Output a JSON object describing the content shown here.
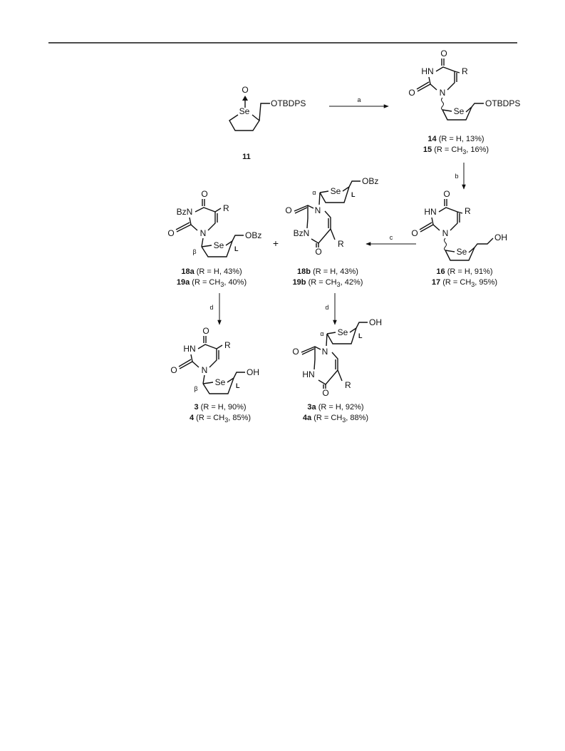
{
  "atoms": {
    "O": "O",
    "Se": "Se",
    "N": "N",
    "HN": "HN",
    "BzN": "BzN",
    "R": "R",
    "OTBDPS": "OTBDPS",
    "OH": "OH",
    "OBz": "OBz"
  },
  "stereo": {
    "alpha": "α",
    "beta": "β",
    "L": "L"
  },
  "arrows": {
    "a": "a",
    "b": "b",
    "c": "c",
    "d": "d"
  },
  "plus": "+",
  "compounds": {
    "c11": {
      "id": "11"
    },
    "c14": {
      "id": "14",
      "pre": " (R = H, 13%)"
    },
    "c15": {
      "id": "15",
      "pre": " (R = CH",
      "sub": "3",
      "post": ", 16%)"
    },
    "c16": {
      "id": "16",
      "pre": " (R = H, 91%)"
    },
    "c17": {
      "id": "17",
      "pre": " (R = CH",
      "sub": "3",
      "post": ", 95%)"
    },
    "c18a": {
      "id": "18a",
      "pre": " (R = H, 43%)"
    },
    "c19a": {
      "id": "19a",
      "pre": " (R = CH",
      "sub": "3",
      "post": ", 40%)"
    },
    "c18b": {
      "id": "18b",
      "pre": " (R = H, 43%)"
    },
    "c19b": {
      "id": "19b",
      "pre": " (R = CH",
      "sub": "3",
      "post": ", 42%)"
    },
    "c3": {
      "id": "3",
      "pre": " (R = H, 90%)"
    },
    "c4": {
      "id": "4",
      "pre": " (R = CH",
      "sub": "3",
      "post": ", 85%)"
    },
    "c3a": {
      "id": "3a",
      "pre": " (R = H, 92%)"
    },
    "c4a": {
      "id": "4a",
      "pre": " (R = CH",
      "sub": "3",
      "post": ", 88%)"
    }
  }
}
